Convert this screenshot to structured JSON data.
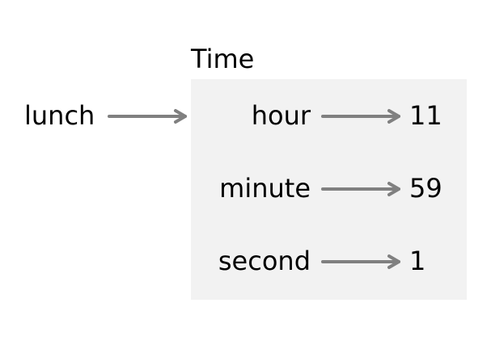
{
  "diagram": {
    "variable_name": "lunch",
    "object_type": "Time",
    "attributes": [
      {
        "name": "hour",
        "value": "11"
      },
      {
        "name": "minute",
        "value": "59"
      },
      {
        "name": "second",
        "value": "1"
      }
    ]
  },
  "colors": {
    "arrow": "#808080",
    "box_fill": "#f2f2f2",
    "text": "#000000",
    "background": "#ffffff"
  }
}
